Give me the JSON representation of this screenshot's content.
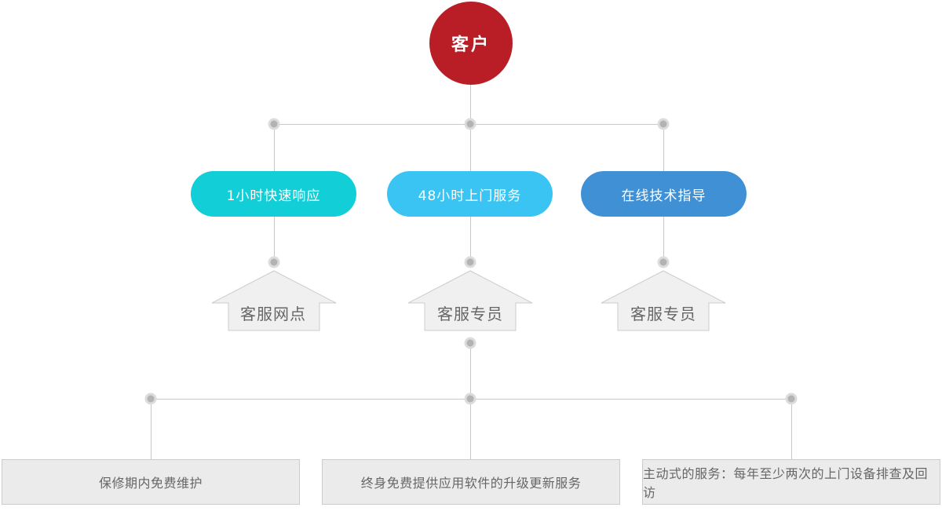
{
  "diagram": {
    "root": {
      "label": "客户",
      "color": "#b91e27"
    },
    "level1_pills": [
      {
        "label": "1小时快速响应",
        "color": "#12ced6"
      },
      {
        "label": "48小时上门服务",
        "color": "#3ac4f3"
      },
      {
        "label": "在线技术指导",
        "color": "#4090d5"
      }
    ],
    "level2_houses": [
      {
        "label": "客服网点"
      },
      {
        "label": "客服专员"
      },
      {
        "label": "客服专员"
      }
    ],
    "level3_boxes": [
      {
        "label": "保修期内免费维护"
      },
      {
        "label": "终身免费提供应用软件的升级更新服务"
      },
      {
        "label": "主动式的服务：每年至少两次的上门设备排查及回访"
      }
    ],
    "colors": {
      "connector_line": "#c8c8c8",
      "connector_dot": "#b3b3b3",
      "house_fill": "#f0f0f0",
      "house_border": "#cccccc",
      "box_fill": "#ebebeb",
      "box_border": "#cccccc",
      "label_text": "#666666"
    }
  }
}
